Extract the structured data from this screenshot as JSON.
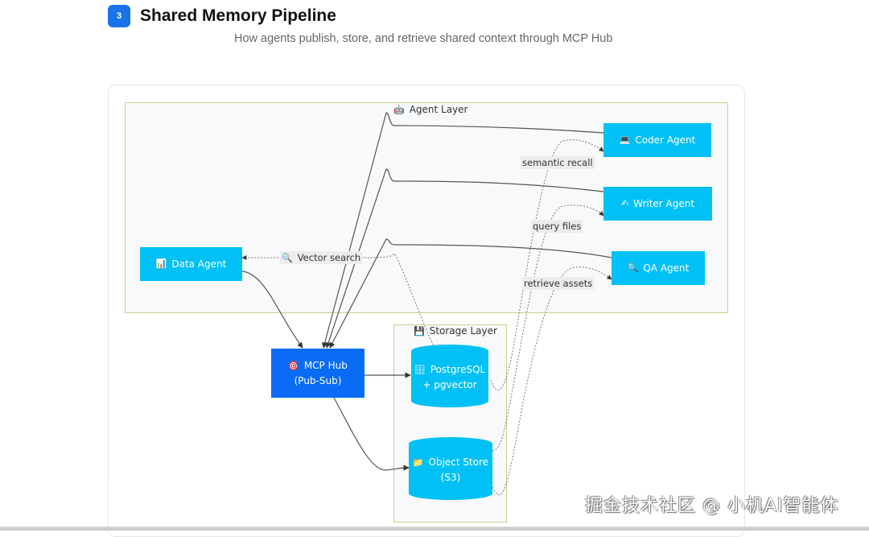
{
  "header": {
    "step_number": "3",
    "title": "Shared Memory Pipeline",
    "subtitle": "How agents publish, store, and retrieve shared context through MCP Hub"
  },
  "diagram": {
    "clusters": {
      "agent_layer": {
        "icon": "robot-icon",
        "icon_glyph": "🤖",
        "label": "Agent Layer",
        "border_color": "#c9d28a"
      },
      "storage_layer": {
        "icon": "floppy-disk-icon",
        "icon_glyph": "💾",
        "label": "Storage Layer",
        "border_color": "#c9d28a"
      }
    },
    "nodes": {
      "coder_agent": {
        "icon": "laptop-icon",
        "icon_glyph": "💻",
        "label": "Coder Agent",
        "color": "#00c0f5"
      },
      "writer_agent": {
        "icon": "writing-hand-icon",
        "icon_glyph": "✍",
        "label": "Writer Agent",
        "color": "#00c0f5"
      },
      "qa_agent": {
        "icon": "magnifier-icon",
        "icon_glyph": "🔍",
        "label": "QA Agent",
        "color": "#00c0f5"
      },
      "data_agent": {
        "icon": "bar-chart-icon",
        "icon_glyph": "📊",
        "label": "Data Agent",
        "color": "#00c0f5"
      },
      "mcp_hub": {
        "icon": "target-icon",
        "icon_glyph": "🎯",
        "label_line1": "MCP Hub",
        "label_line2": "(Pub-Sub)",
        "color": "#0a6cf5"
      },
      "postgres": {
        "icon": "database-icon",
        "icon_glyph": "🗄",
        "label_line1": "PostgreSQL",
        "label_line2": "+ pgvector",
        "color": "#00c0f5"
      },
      "object_store": {
        "icon": "folder-icon",
        "icon_glyph": "📁",
        "label_line1": "Object Store",
        "label_line2": "(S3)",
        "color": "#00c0f5"
      }
    },
    "edges": [
      {
        "from": "coder_agent",
        "to": "mcp_hub",
        "style": "solid",
        "label": ""
      },
      {
        "from": "writer_agent",
        "to": "mcp_hub",
        "style": "solid",
        "label": ""
      },
      {
        "from": "qa_agent",
        "to": "mcp_hub",
        "style": "solid",
        "label": ""
      },
      {
        "from": "data_agent",
        "to": "mcp_hub",
        "style": "solid",
        "label": ""
      },
      {
        "from": "mcp_hub",
        "to": "postgres",
        "style": "solid",
        "label": ""
      },
      {
        "from": "mcp_hub",
        "to": "object_store",
        "style": "solid",
        "label": ""
      },
      {
        "from": "postgres",
        "to": "data_agent",
        "style": "dotted",
        "label": "Vector search",
        "label_icon": "magnifier-icon",
        "label_icon_glyph": "🔍"
      },
      {
        "from": "postgres",
        "to": "coder_agent",
        "style": "dotted",
        "label": "semantic recall"
      },
      {
        "from": "object_store",
        "to": "writer_agent",
        "style": "dotted",
        "label": "query files"
      },
      {
        "from": "object_store",
        "to": "qa_agent",
        "style": "dotted",
        "label": "retrieve assets"
      }
    ]
  },
  "watermark": "掘金技术社区 @ 小机AI智能体"
}
